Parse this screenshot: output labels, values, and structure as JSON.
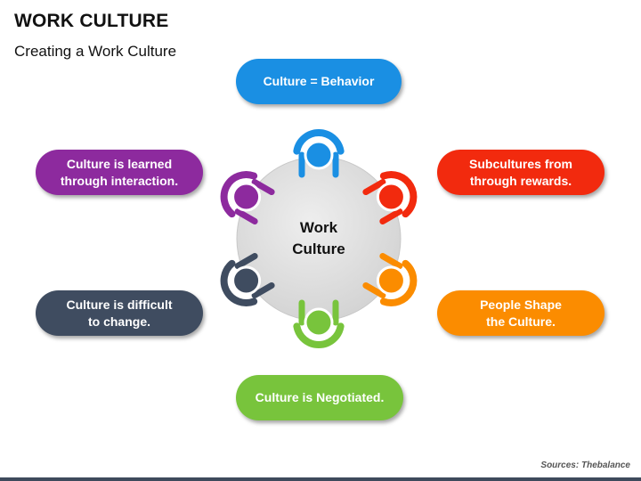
{
  "title": "WORK CULTURE",
  "subtitle": "Creating a Work Culture",
  "center_label": "Work\nCulture",
  "source": "Sources: Thebalance",
  "colors": {
    "blue": "#1a8fe3",
    "red": "#f22a0e",
    "orange": "#fb8c00",
    "green": "#78c43c",
    "slate": "#3f4c60",
    "purple": "#8d2a9e",
    "center": "#dcdcdc"
  },
  "nodes": [
    {
      "id": "top",
      "label": "Culture = Behavior",
      "color": "#1a8fe3"
    },
    {
      "id": "upper-right",
      "label": "Subcultures from\nthrough rewards.",
      "color": "#f22a0e"
    },
    {
      "id": "lower-right",
      "label": "People Shape\nthe Culture.",
      "color": "#fb8c00"
    },
    {
      "id": "bottom",
      "label": "Culture is Negotiated.",
      "color": "#78c43c"
    },
    {
      "id": "lower-left",
      "label": "Culture is difficult\nto change.",
      "color": "#3f4c60"
    },
    {
      "id": "upper-left",
      "label": "Culture is learned\nthrough interaction.",
      "color": "#8d2a9e"
    }
  ]
}
